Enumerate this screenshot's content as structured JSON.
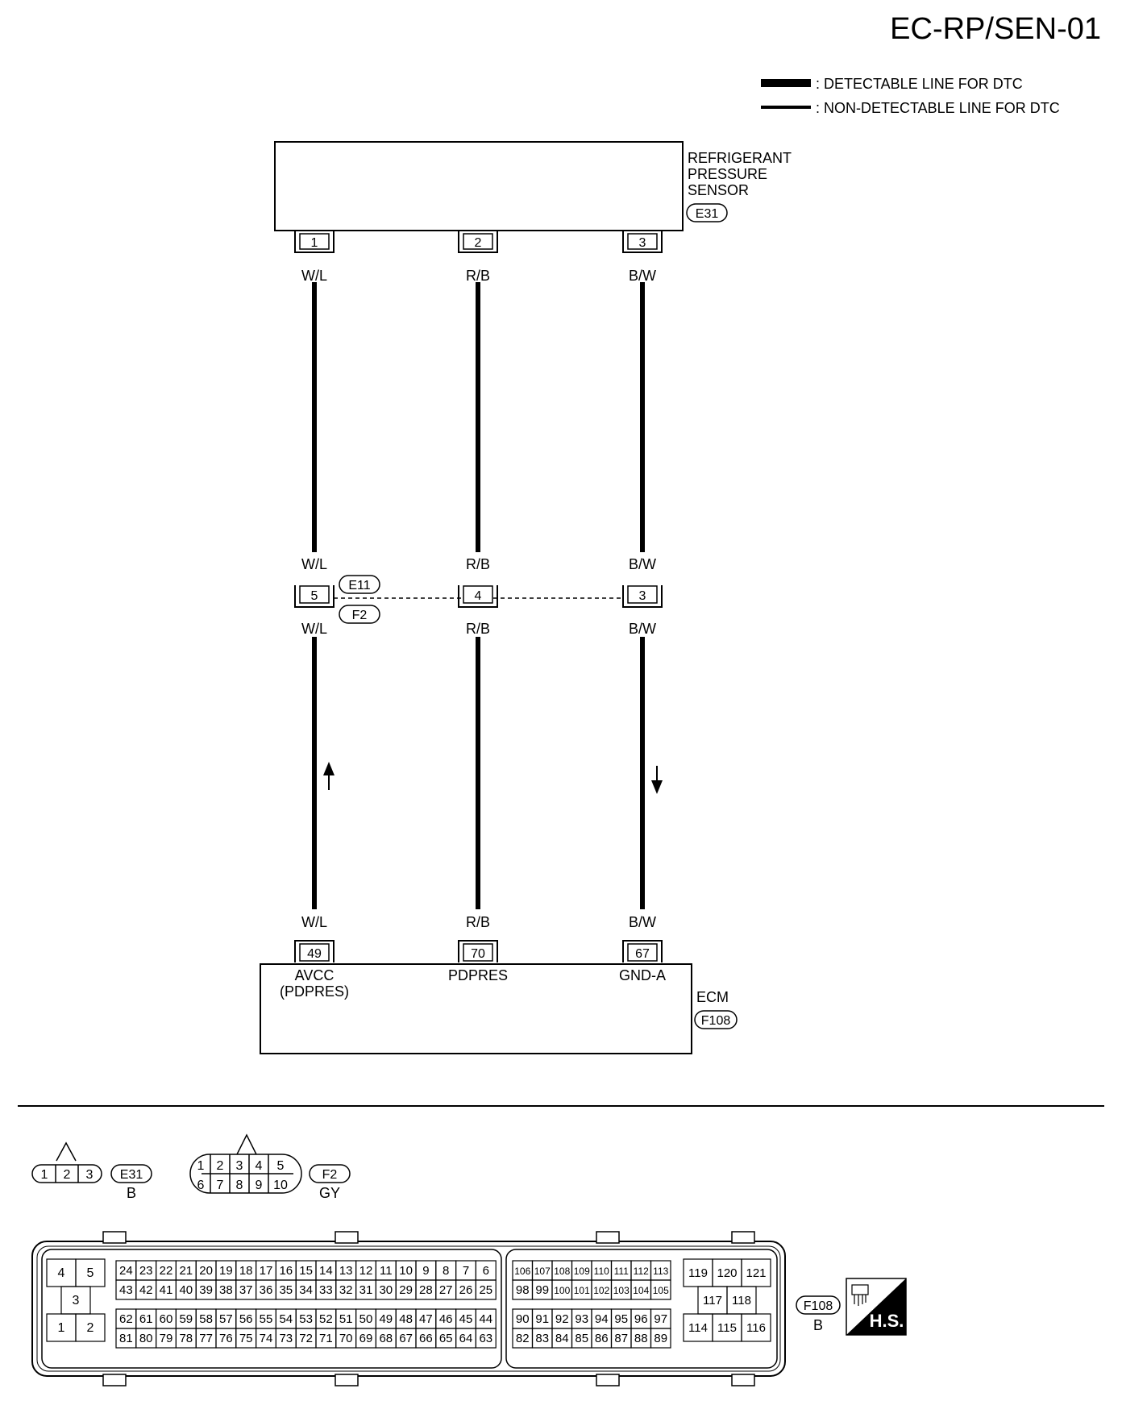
{
  "diagram_id": "EC-RP/SEN-01",
  "legend": [
    {
      "label": ": DETECTABLE LINE FOR DTC",
      "style": "thick"
    },
    {
      "label": ": NON-DETECTABLE LINE FOR DTC",
      "style": "thin"
    }
  ],
  "sensor": {
    "name_lines": [
      "REFRIGERANT",
      "PRESSURE",
      "SENSOR"
    ],
    "connector": "E31",
    "pins": [
      "1",
      "2",
      "3"
    ]
  },
  "intermediate_connector": {
    "upper_connector": "E11",
    "lower_connector": "F2",
    "pins": [
      "5",
      "4",
      "3"
    ]
  },
  "wires": [
    {
      "color_code": "W/L",
      "sensor_pin": "1",
      "joint_pin": "5",
      "ecm_pin": "49",
      "ecm_terminal": [
        "AVCC",
        "(PDPRES)"
      ],
      "arrow": "up"
    },
    {
      "color_code": "R/B",
      "sensor_pin": "2",
      "joint_pin": "4",
      "ecm_pin": "70",
      "ecm_terminal": [
        "PDPRES"
      ],
      "arrow": "none"
    },
    {
      "color_code": "B/W",
      "sensor_pin": "3",
      "joint_pin": "3",
      "ecm_pin": "67",
      "ecm_terminal": [
        "GND-A"
      ],
      "arrow": "down"
    }
  ],
  "ecm": {
    "name": "ECM",
    "connector": "F108"
  },
  "connector_views": {
    "e31": {
      "id": "E31",
      "color": "B",
      "pins": [
        "1",
        "2",
        "3"
      ]
    },
    "f2": {
      "id": "F2",
      "color": "GY",
      "pins_top": [
        "1",
        "2",
        "3",
        "4",
        "5"
      ],
      "pins_bottom": [
        "6",
        "7",
        "8",
        "9",
        "10"
      ]
    },
    "f108": {
      "id": "F108",
      "color": "B",
      "block_a": {
        "top": [
          "4",
          "5"
        ],
        "middle": [
          "3"
        ],
        "bottom": [
          "1",
          "2"
        ]
      },
      "block_b": {
        "rows": [
          [
            "24",
            "23",
            "22",
            "21",
            "20",
            "19",
            "18",
            "17",
            "16",
            "15",
            "14",
            "13",
            "12",
            "11",
            "10",
            "9",
            "8",
            "7",
            "6"
          ],
          [
            "43",
            "42",
            "41",
            "40",
            "39",
            "38",
            "37",
            "36",
            "35",
            "34",
            "33",
            "32",
            "31",
            "30",
            "29",
            "28",
            "27",
            "26",
            "25"
          ],
          [
            "62",
            "61",
            "60",
            "59",
            "58",
            "57",
            "56",
            "55",
            "54",
            "53",
            "52",
            "51",
            "50",
            "49",
            "48",
            "47",
            "46",
            "45",
            "44"
          ],
          [
            "81",
            "80",
            "79",
            "78",
            "77",
            "76",
            "75",
            "74",
            "73",
            "72",
            "71",
            "70",
            "69",
            "68",
            "67",
            "66",
            "65",
            "64",
            "63"
          ]
        ]
      },
      "block_c": {
        "rows": [
          [
            "106",
            "107",
            "108",
            "109",
            "110",
            "111",
            "112",
            "113"
          ],
          [
            "98",
            "99",
            "100",
            "101",
            "102",
            "103",
            "104",
            "105"
          ],
          [
            "90",
            "91",
            "92",
            "93",
            "94",
            "95",
            "96",
            "97"
          ],
          [
            "82",
            "83",
            "84",
            "85",
            "86",
            "87",
            "88",
            "89"
          ]
        ]
      },
      "block_d": {
        "top": [
          "119",
          "120",
          "121"
        ],
        "middle": [
          "117",
          "118"
        ],
        "bottom": [
          "114",
          "115",
          "116"
        ]
      }
    }
  },
  "harness_badge": "H.S."
}
